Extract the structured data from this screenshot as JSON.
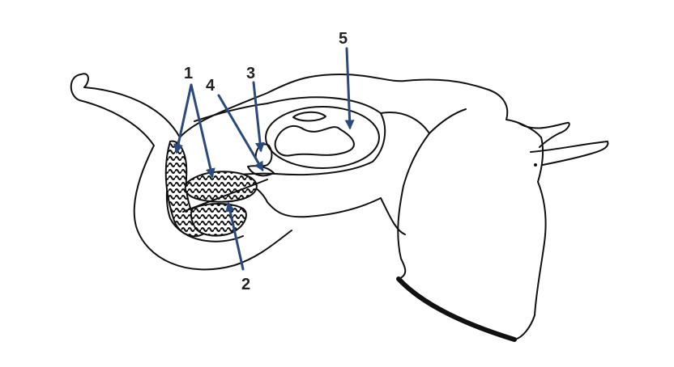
{
  "diagram": {
    "labels": {
      "l1": "1",
      "l2": "2",
      "l3": "3",
      "l4": "4",
      "l5": "5"
    },
    "colors": {
      "outline": "#111111",
      "arrow": "#2b4a7c",
      "background": "#ffffff"
    }
  }
}
